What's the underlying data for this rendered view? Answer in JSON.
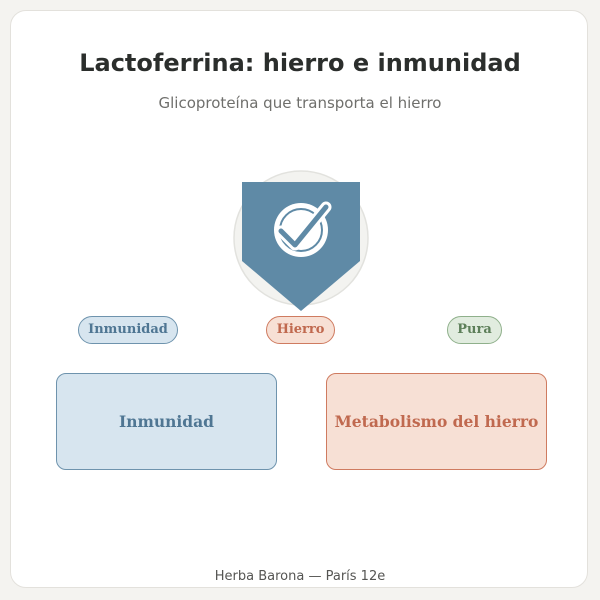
{
  "header": {
    "title": "Lactoferrina: hierro e inmunidad",
    "subtitle": "Glicoproteína que transporta el hierro"
  },
  "emblem": {
    "icon": "check-icon",
    "color": "#5f8aa6"
  },
  "tags": [
    {
      "label": "Inmunidad",
      "color": "#4f7693"
    },
    {
      "label": "Hierro",
      "color": "#c0694f"
    },
    {
      "label": "Pura",
      "color": "#5d7f59"
    }
  ],
  "boxes": [
    {
      "label": "Inmunidad",
      "color": "#4f7693"
    },
    {
      "label": "Metabolismo del hierro",
      "color": "#c0694f"
    }
  ],
  "footer": {
    "text": "Herba Barona — París 12e"
  }
}
